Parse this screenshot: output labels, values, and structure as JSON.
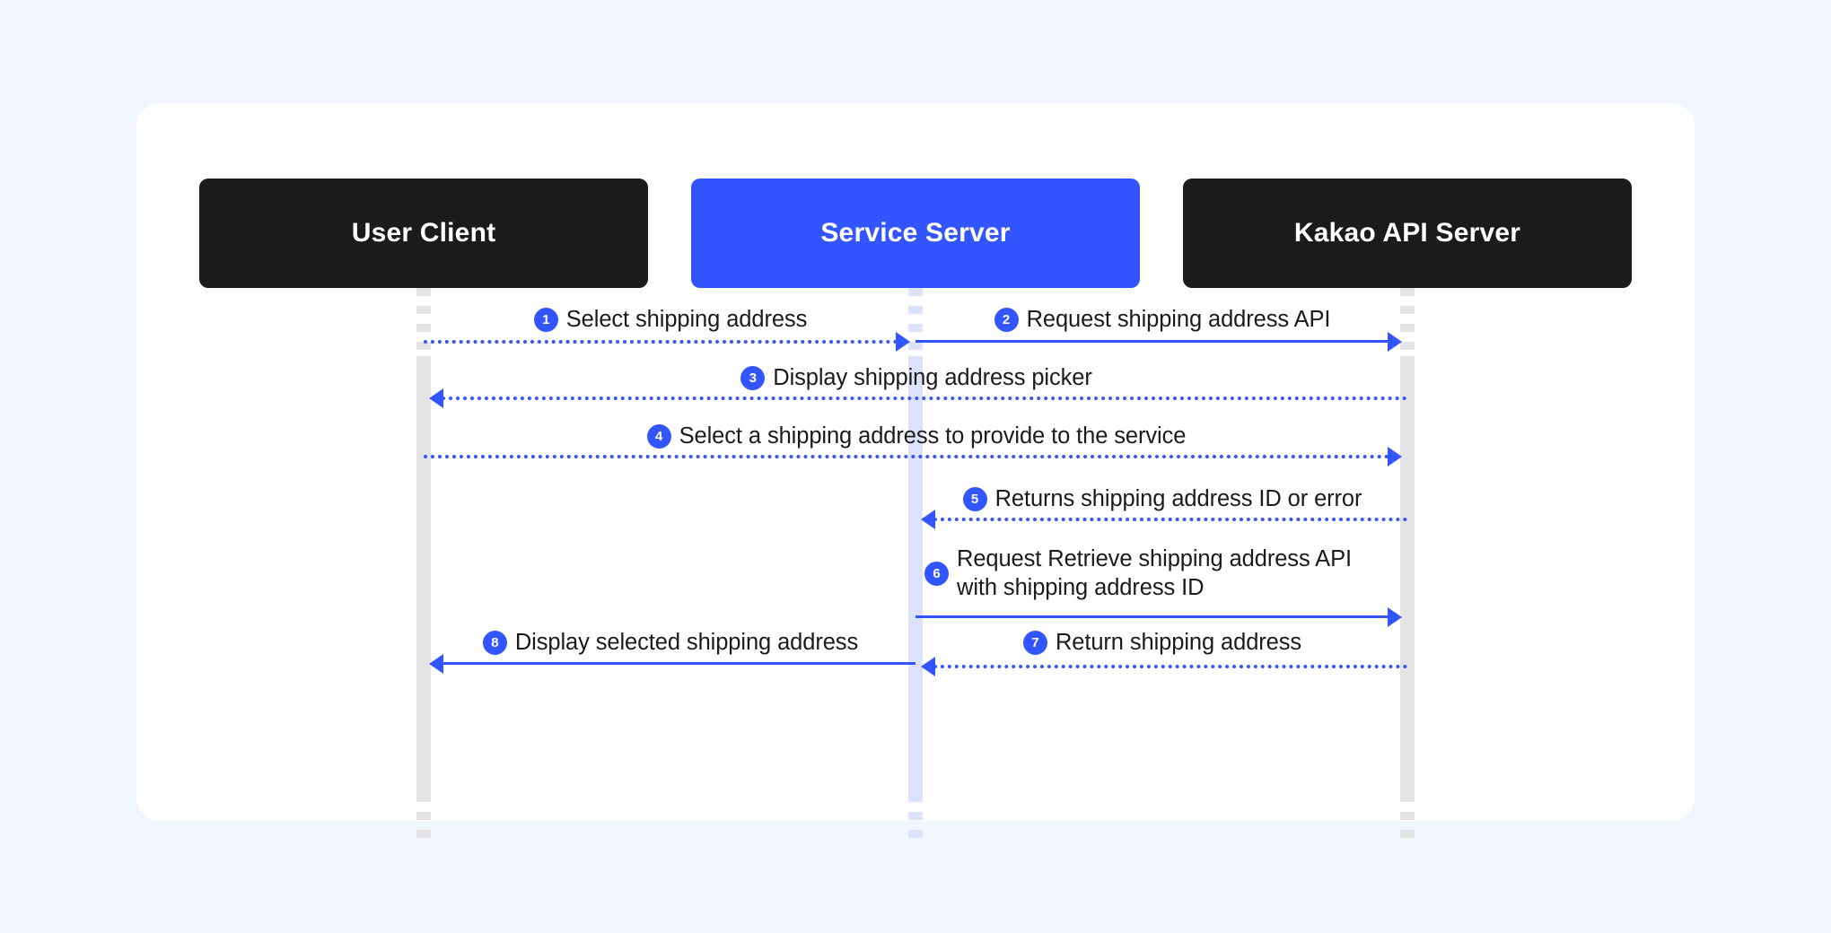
{
  "page": {
    "background_color": "#f1f5fe",
    "card_background": "#ffffff"
  },
  "theme": {
    "accent": "#3355ff",
    "dark": "#1b1b1b",
    "lifeline_gray": "#e4e4e6",
    "lifeline_blue": "#dde2fb"
  },
  "diagram": {
    "type": "sequence-diagram",
    "participants": [
      {
        "id": "user-client",
        "label": "User Client",
        "style": "dark"
      },
      {
        "id": "service-server",
        "label": "Service Server",
        "style": "blue"
      },
      {
        "id": "kakao-api-server",
        "label": "Kakao API Server",
        "style": "dark"
      }
    ],
    "messages": [
      {
        "number": "1",
        "text": "Select shipping address",
        "from": "user-client",
        "to": "service-server",
        "direction": "right",
        "style": "dotted"
      },
      {
        "number": "2",
        "text": "Request shipping address API",
        "from": "service-server",
        "to": "kakao-api-server",
        "direction": "right",
        "style": "solid"
      },
      {
        "number": "3",
        "text": "Display shipping address picker",
        "from": "kakao-api-server",
        "to": "user-client",
        "direction": "left",
        "style": "dotted"
      },
      {
        "number": "4",
        "text": "Select a shipping address to provide to the service",
        "from": "user-client",
        "to": "kakao-api-server",
        "direction": "right",
        "style": "dotted"
      },
      {
        "number": "5",
        "text": "Returns shipping address ID or error",
        "from": "kakao-api-server",
        "to": "service-server",
        "direction": "left",
        "style": "dotted"
      },
      {
        "number": "6",
        "text_line1": "Request Retrieve shipping address API",
        "text_line2": "with shipping address ID",
        "from": "service-server",
        "to": "kakao-api-server",
        "direction": "right",
        "style": "solid"
      },
      {
        "number": "7",
        "text": "Return shipping address",
        "from": "kakao-api-server",
        "to": "service-server",
        "direction": "left",
        "style": "dotted"
      },
      {
        "number": "8",
        "text": "Display selected shipping address",
        "from": "service-server",
        "to": "user-client",
        "direction": "left",
        "style": "solid"
      }
    ]
  }
}
